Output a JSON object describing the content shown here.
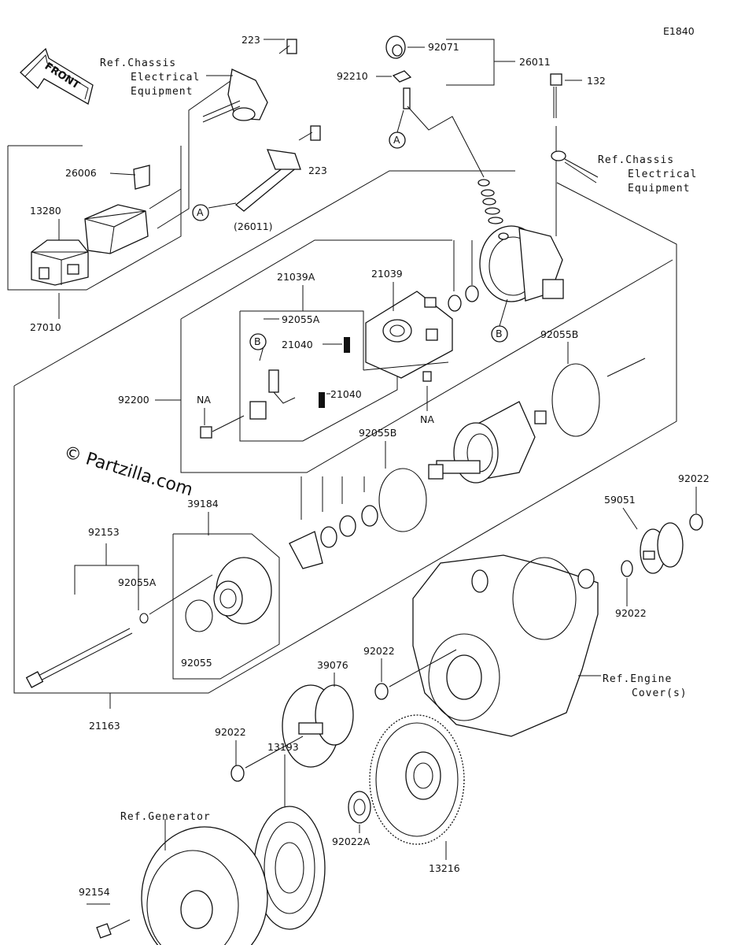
{
  "diagram_id": "E1840",
  "watermark": "© Partzilla.com",
  "front_arrow": "FRONT",
  "refs": {
    "chassis_top": [
      "Ref.Chassis",
      "Electrical",
      "Equipment"
    ],
    "chassis_right": [
      "Ref.Chassis",
      "Electrical",
      "Equipment"
    ],
    "engine_cover": [
      "Ref.Engine",
      "Cover(s)"
    ],
    "generator": [
      "Ref.Generator"
    ]
  },
  "callouts": {
    "A": "A",
    "B": "B",
    "NA": "NA"
  },
  "parts": [
    {
      "id": "p223a",
      "label": "223"
    },
    {
      "id": "p92071",
      "label": "92071"
    },
    {
      "id": "p26011",
      "label": "26011"
    },
    {
      "id": "p92210",
      "label": "92210"
    },
    {
      "id": "p132",
      "label": "132"
    },
    {
      "id": "p223b",
      "label": "223"
    },
    {
      "id": "p26006",
      "label": "26006"
    },
    {
      "id": "p13280",
      "label": "13280"
    },
    {
      "id": "p26011b",
      "label": "(26011)"
    },
    {
      "id": "p27010",
      "label": "27010"
    },
    {
      "id": "p21039A",
      "label": "21039A"
    },
    {
      "id": "p21039",
      "label": "21039"
    },
    {
      "id": "p92055A_top",
      "label": "92055A"
    },
    {
      "id": "p21040a",
      "label": "21040"
    },
    {
      "id": "p21040b",
      "label": "21040"
    },
    {
      "id": "p92200",
      "label": "92200"
    },
    {
      "id": "p92055B_r",
      "label": "92055B"
    },
    {
      "id": "p92055B_c",
      "label": "92055B"
    },
    {
      "id": "p92022_r",
      "label": "92022"
    },
    {
      "id": "p59051",
      "label": "59051"
    },
    {
      "id": "p92022_m",
      "label": "92022"
    },
    {
      "id": "p92153",
      "label": "92153"
    },
    {
      "id": "p39184",
      "label": "39184"
    },
    {
      "id": "p92055A_l",
      "label": "92055A"
    },
    {
      "id": "p92055",
      "label": "92055"
    },
    {
      "id": "p92022_c",
      "label": "92022"
    },
    {
      "id": "p39076",
      "label": "39076"
    },
    {
      "id": "p21163",
      "label": "21163"
    },
    {
      "id": "p92022_l",
      "label": "92022"
    },
    {
      "id": "p13193",
      "label": "13193"
    },
    {
      "id": "p92022A",
      "label": "92022A"
    },
    {
      "id": "p13216",
      "label": "13216"
    },
    {
      "id": "p92154",
      "label": "92154"
    }
  ]
}
